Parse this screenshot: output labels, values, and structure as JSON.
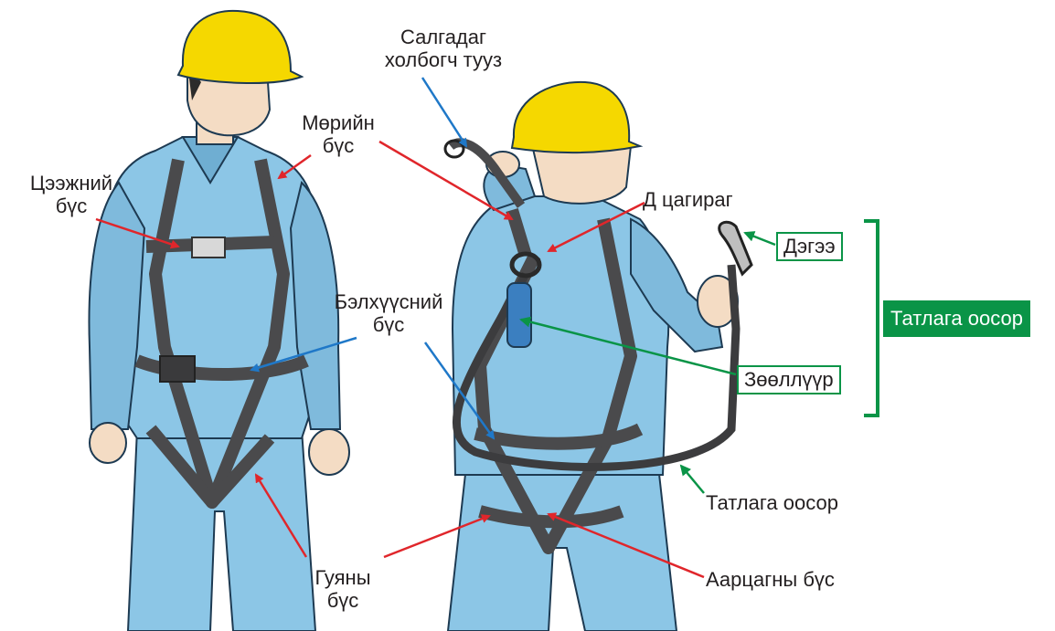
{
  "labels": {
    "release_strap": [
      "Салгадаг",
      "холбогч тууз"
    ],
    "shoulder_belt": [
      "Мөрийн",
      "бүс"
    ],
    "chest_belt": [
      "Цээжний",
      "бүс"
    ],
    "waist_belt": [
      "Бэлхүүсний",
      "бүс"
    ],
    "d_ring": "Д цагираг",
    "hook": "Дэгээ",
    "shock_absorber": "Зөөллүүр",
    "lanyard_group": "Татлага оосор",
    "lanyard": "Татлага оосор",
    "thigh_belt": [
      "Гуяны",
      "бүс"
    ],
    "seat_belt": "Аарцагны бүс"
  },
  "colors": {
    "helmet": "#f5d800",
    "suit": "#8cc6e6",
    "suit_shade": "#5a9cc2",
    "strap": "#4a4a4c",
    "arrow_red": "#e0262b",
    "arrow_blue": "#1f78c8",
    "arrow_green": "#0a9447",
    "skin": "#f4dcc4"
  }
}
